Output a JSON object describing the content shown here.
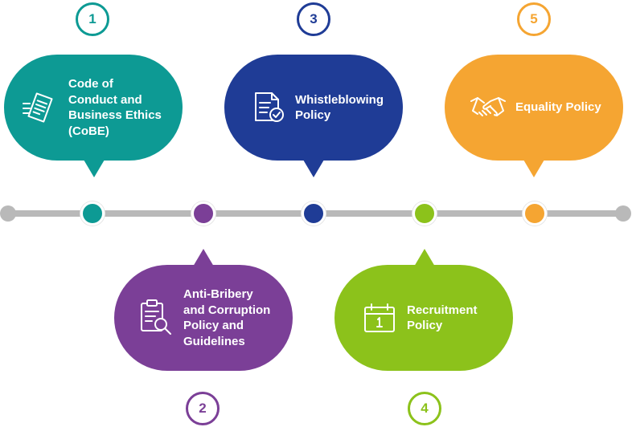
{
  "colors": {
    "teal": "#0d9a94",
    "purple": "#7b3f97",
    "navy": "#1f3c96",
    "green": "#8cc21b",
    "orange": "#f5a532",
    "track": "#b9b9b9"
  },
  "policies": [
    {
      "number": "1",
      "label_lines": [
        "Code of",
        "Conduct and",
        "Business Ethics",
        "(CoBE)"
      ],
      "icon": "document-lines-icon"
    },
    {
      "number": "2",
      "label_lines": [
        "Anti-Bribery",
        "and Corruption",
        "Policy and",
        "Guidelines"
      ],
      "icon": "clipboard-search-icon"
    },
    {
      "number": "3",
      "label_lines": [
        "Whistleblowing",
        "Policy"
      ],
      "icon": "document-check-icon"
    },
    {
      "number": "4",
      "label_lines": [
        "Recruitment",
        "Policy"
      ],
      "icon": "calendar-icon"
    },
    {
      "number": "5",
      "label_lines": [
        "Equality Policy"
      ],
      "icon": "handshake-icon"
    }
  ]
}
